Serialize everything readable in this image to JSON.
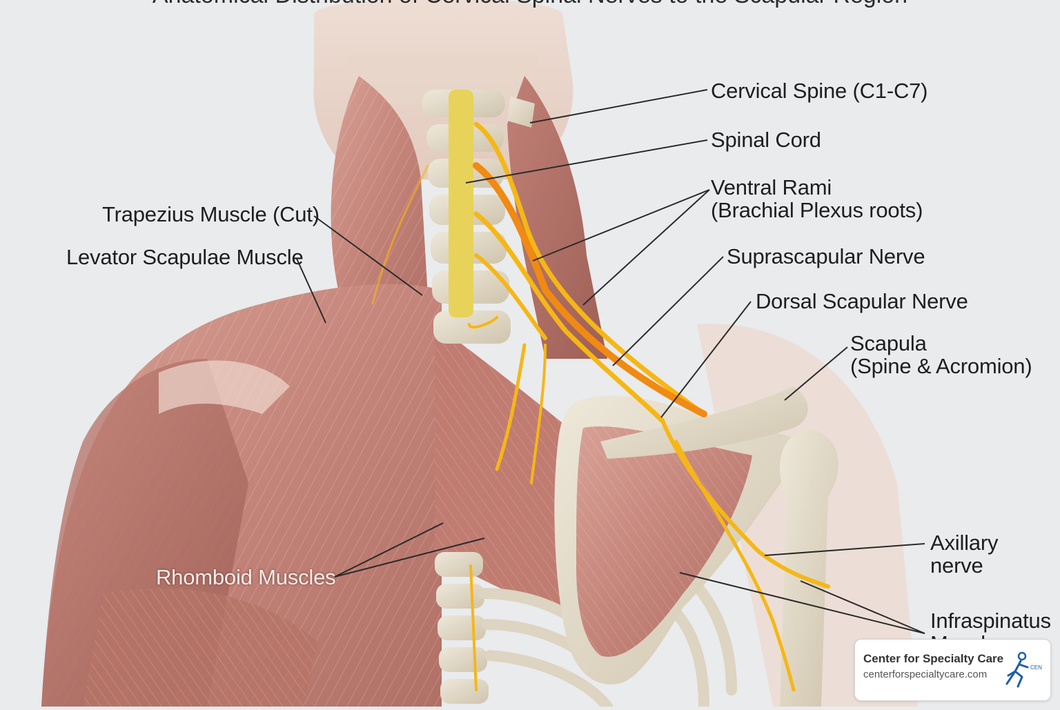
{
  "title": "Anatomical Distribution of Cervical Spinal Nerves to the Scapular Region",
  "labels": {
    "cervical_spine": "Cervical Spine (C1-C7)",
    "spinal_cord": "Spinal Cord",
    "ventral_rami_line1": "Ventral Rami",
    "ventral_rami_line2": "(Brachial Plexus roots)",
    "trapezius": "Trapezius Muscle (Cut)",
    "levator": "Levator Scapulae Muscle",
    "suprascapular": "Suprascapular Nerve",
    "dorsal_scapular": "Dorsal Scapular Nerve",
    "scapula_line1": "Scapula",
    "scapula_line2": "(Spine & Acromion)",
    "rhomboid": "Rhomboid Muscles",
    "axillary_line1": "Axillary",
    "axillary_line2": "nerve",
    "infraspinatus_line1": "Infraspinatus",
    "infraspinatus_line2": "Muscle"
  },
  "badge": {
    "name": "Center for Specialty Care",
    "url": "centerforspecialtycare.com",
    "mini": "CEN"
  },
  "colors": {
    "background": "#e9ebed",
    "muscle": "#c98a7e",
    "bone": "#e4dccb",
    "nerve": "#f5b716",
    "nerve_hot": "#f08a12",
    "leader": "#2a2a2a",
    "brand": "#1b5fa8"
  },
  "icons": {
    "badge_logo": "running-figure-icon"
  }
}
